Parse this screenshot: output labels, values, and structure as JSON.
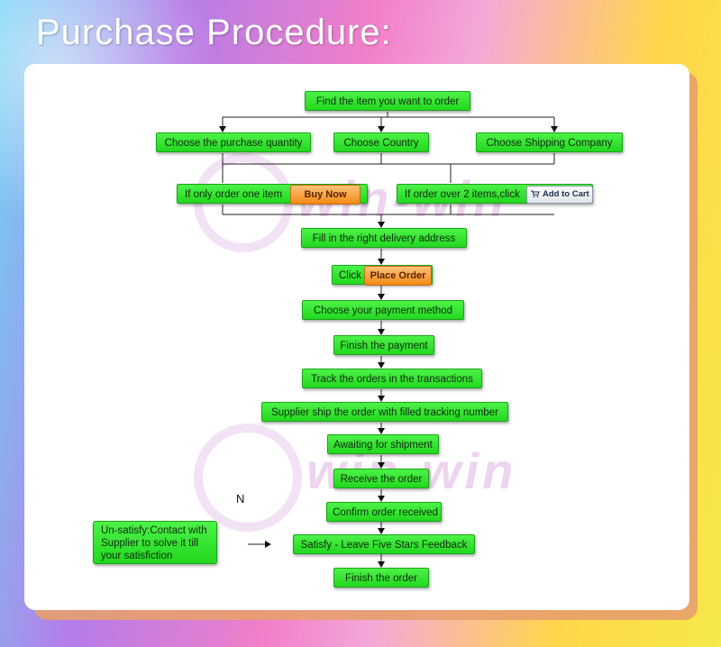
{
  "title": "Purchase Procedure:",
  "watermark": "win-win",
  "steps": {
    "find_item": "Find the item you want to order",
    "quantity": "Choose the purchase quantity",
    "country": "Choose Country",
    "shipping": "Choose Shipping Company",
    "one_item": "If only order one item",
    "buy_now": "Buy Now",
    "over_two": "If order over 2 items,click",
    "add_to_cart": "Add to Cart",
    "address": "Fill in the right delivery address",
    "click": "Click",
    "place_order": "Place Order",
    "payment_method": "Choose your payment method",
    "finish_payment": "Finish the payment",
    "track": "Track the orders in the transactions",
    "ship": "Supplier ship the order with filled tracking number",
    "awaiting": "Awaiting for shipment",
    "receive": "Receive the order",
    "confirm": "Confirm order received",
    "satisfy": "Satisfy - Leave Five Stars Feedback",
    "unsatisfy_line1": "Un-satisfy:Contact with",
    "unsatisfy_line2": "Supplier to solve it till",
    "unsatisfy_line3": "your satisfiction",
    "finish_order": "Finish the order",
    "n_label": "N"
  },
  "colors": {
    "box_green": "#22d81f",
    "button_orange": "#f28a16",
    "card": "#ffffff"
  }
}
